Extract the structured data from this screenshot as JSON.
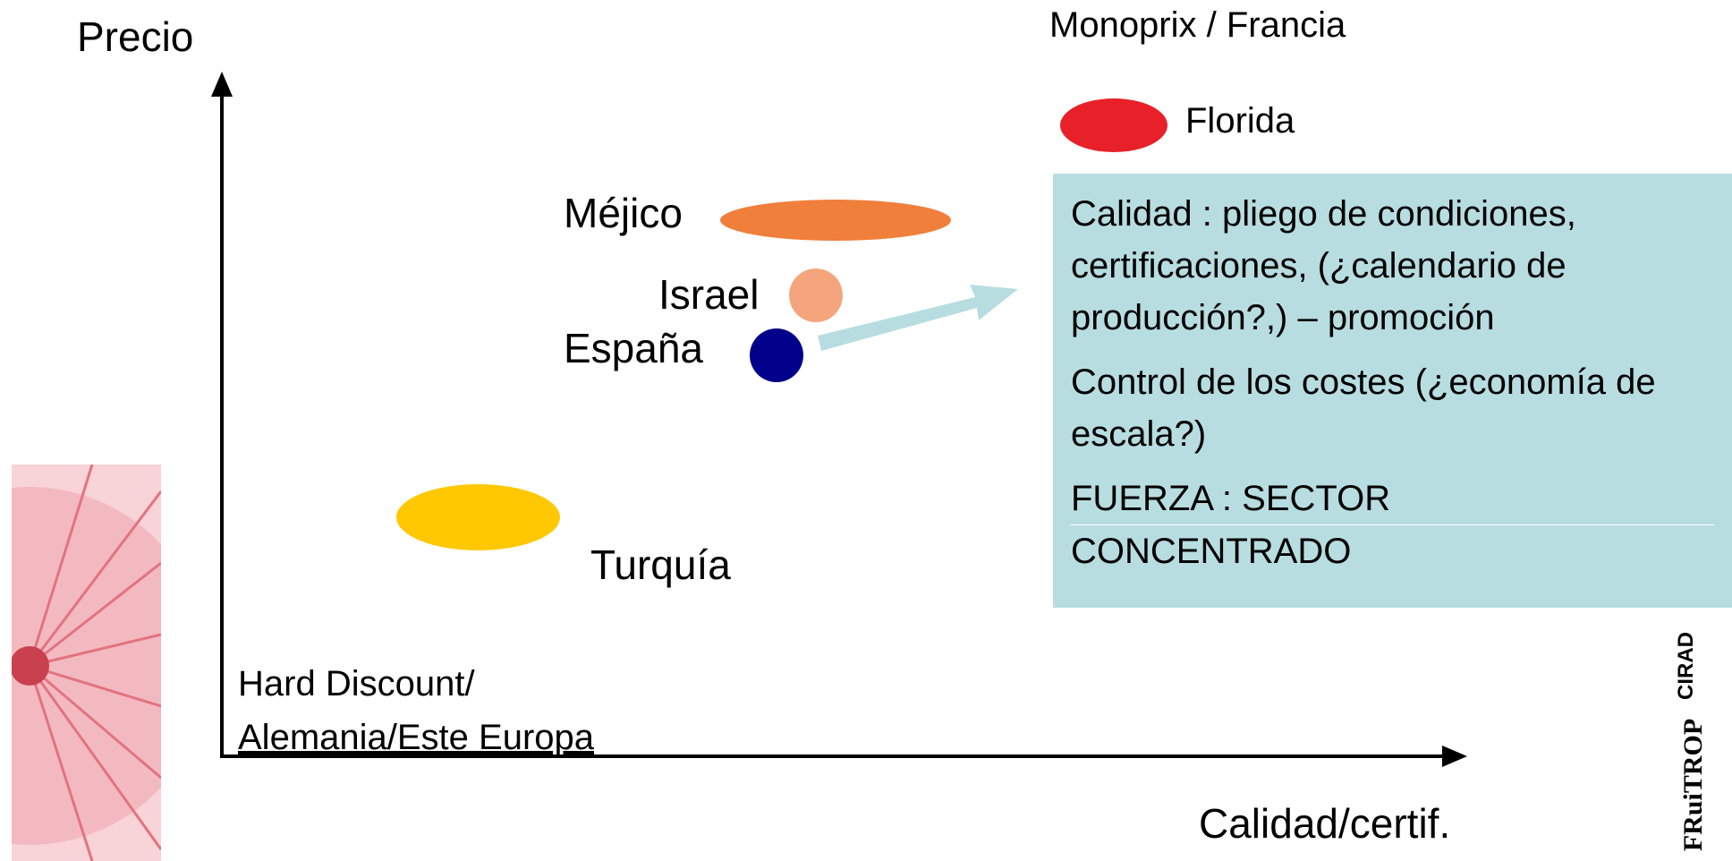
{
  "axes": {
    "y_label": "Precio",
    "x_label": "Calidad/certif.",
    "origin_label_line1": "Hard Discount/",
    "origin_label_line2": "Alemania/Este Europa"
  },
  "top_label": "Monoprix / Francia",
  "countries": [
    {
      "label": "Florida",
      "color": "#e8202a"
    },
    {
      "label": "Méjico",
      "color": "#f07f3c"
    },
    {
      "label": "Israel",
      "color": "#f5a57e"
    },
    {
      "label": "España",
      "color": "#00008b"
    },
    {
      "label": "Turquía",
      "color": "#ffc800"
    }
  ],
  "arrow_color": "#b7dde0",
  "infobox": {
    "p1": "Calidad : pliego de condiciones, certificaciones, (¿calendario de producción?,) – promoción",
    "p2": "Control de los costes (¿economía de escala?)",
    "p3_line1": "FUERZA : SECTOR",
    "p3_line2": "CONCENTRADO",
    "background": "#b7dde0"
  },
  "logo": {
    "top_text": "CIRAD",
    "bottom_text": "FRuiTROP"
  }
}
